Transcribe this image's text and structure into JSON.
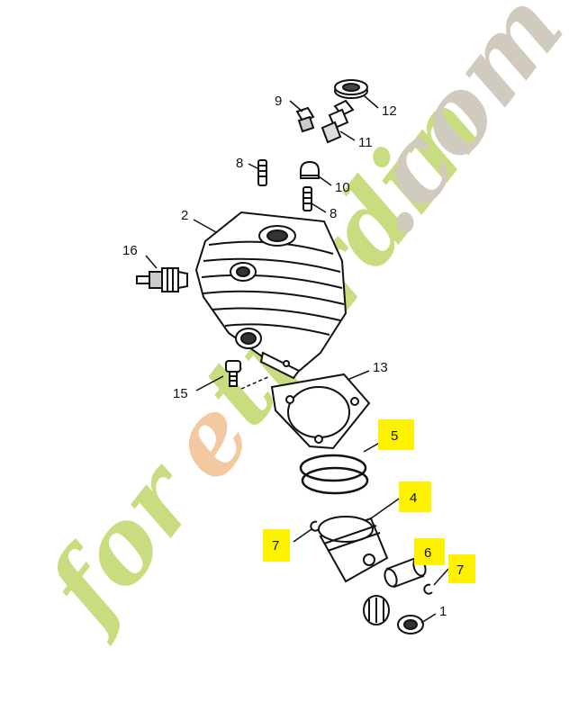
{
  "watermark": {
    "text": "foretjardin.com",
    "colors": {
      "green": "#c4dc7a",
      "orange": "#f2c79c",
      "grey": "#cfc8bc"
    }
  },
  "highlight_color": "#fff200",
  "callouts": {
    "n1": "1",
    "n2": "2",
    "n4": "4",
    "n5": "5",
    "n6": "6",
    "n7a": "7",
    "n7b": "7",
    "n8a": "8",
    "n8b": "8",
    "n9": "9",
    "n10": "10",
    "n11": "11",
    "n12": "12",
    "n13": "13",
    "n15": "15",
    "n16": "16"
  }
}
